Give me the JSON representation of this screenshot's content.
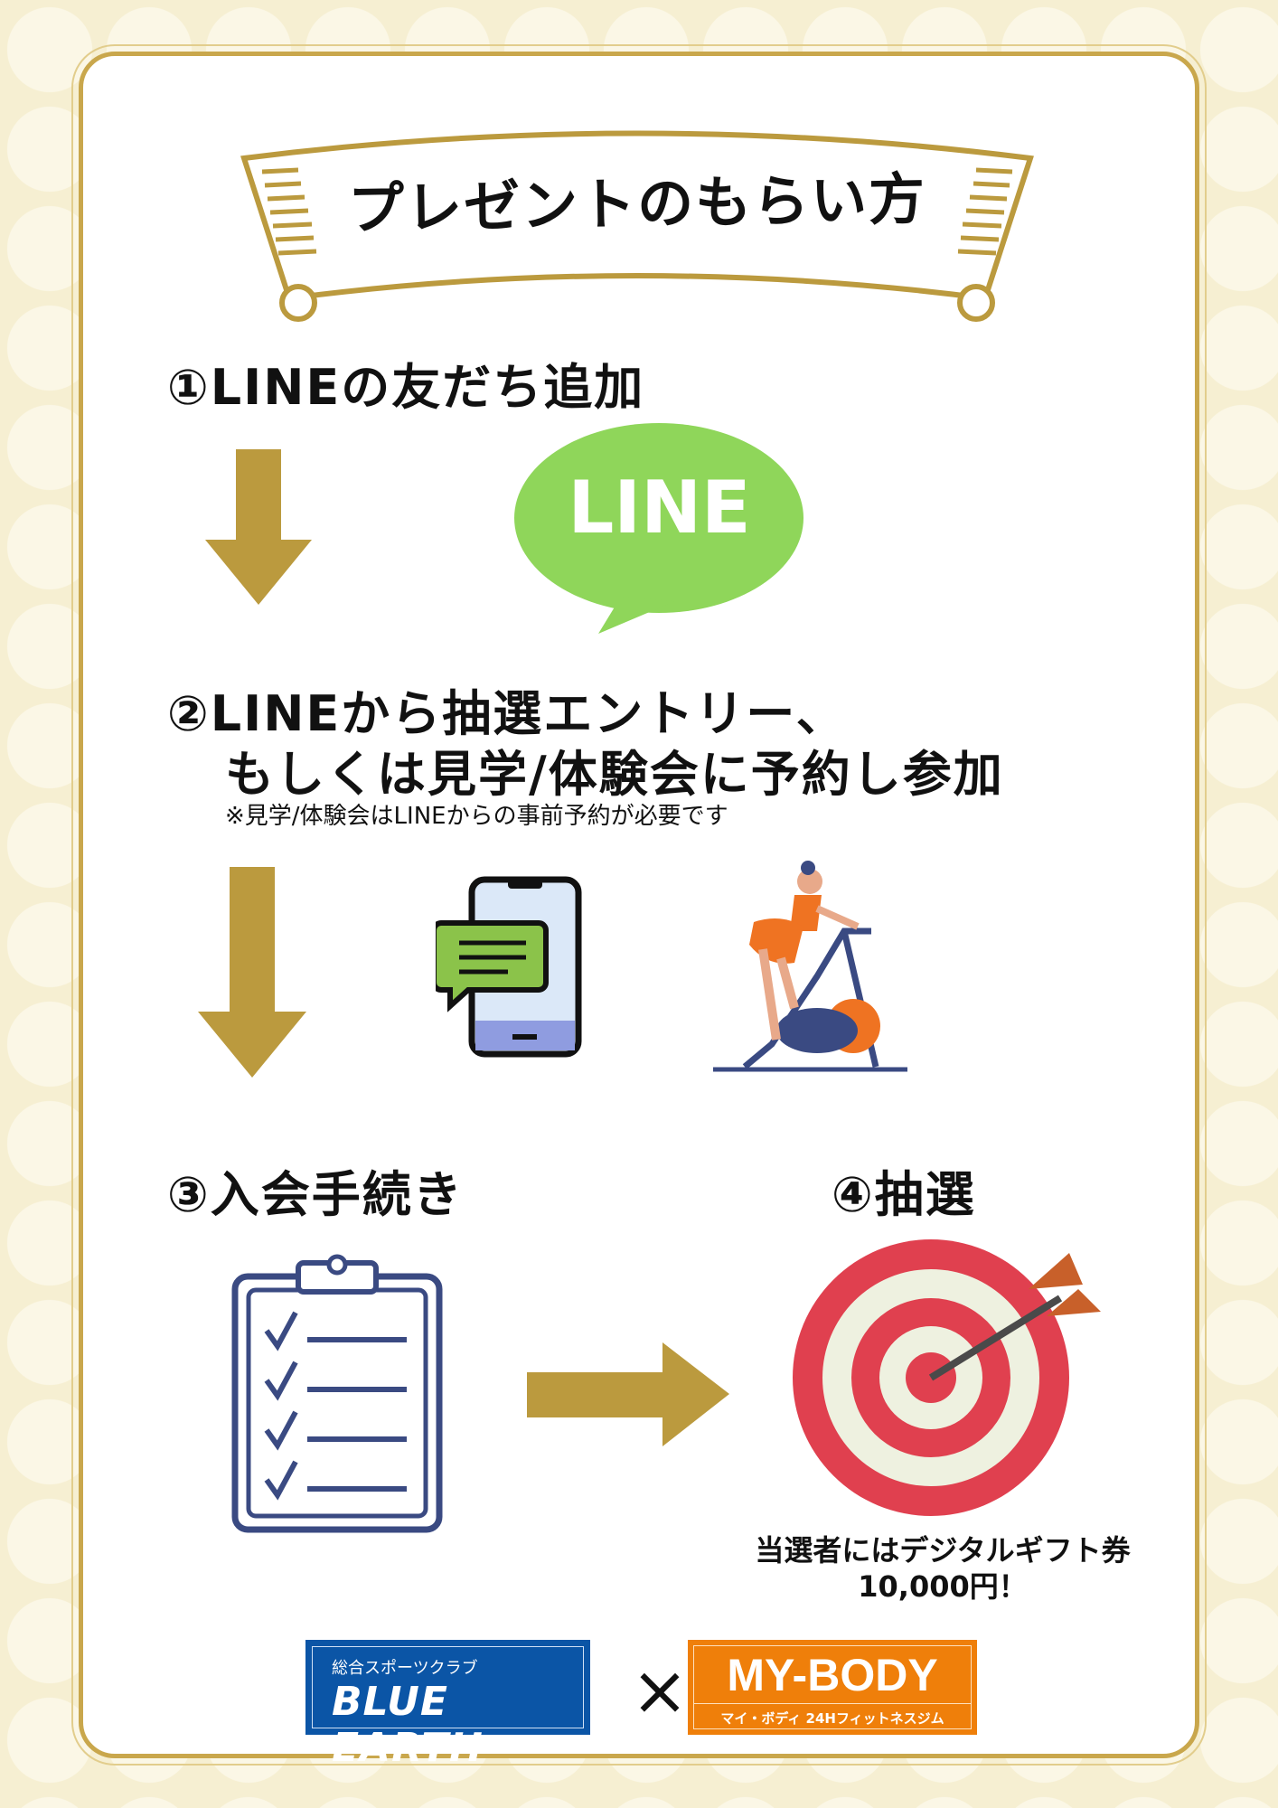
{
  "title": "プレゼントのもらい方",
  "steps": {
    "step1": "①LINEの友だち追加",
    "line_logo": "LINE",
    "step2_line1": "②LINEから抽選エントリー、",
    "step2_line2": "もしくは見学/体験会に予約し参加",
    "step2_note": "※見学/体験会はLINEからの事前予約が必要です",
    "step3": "③入会手続き",
    "step4": "④抽選"
  },
  "prize": {
    "line1": "当選者にはデジタルギフト券",
    "line2": "10,000円！"
  },
  "logos": {
    "blue_earth_sub": "総合スポーツクラブ",
    "blue_earth": "BLUE EARTH",
    "cross": "×",
    "my_body": "MY-BODY",
    "my_body_sub": "マイ・ボディ 24Hフィットネスジム"
  },
  "colors": {
    "gold": "#bb9a3e",
    "line_green": "#8fd65a",
    "target_red": "#e0404f",
    "navy": "#3a4a82",
    "orange": "#ef7f0a",
    "blue": "#0b55a6"
  }
}
